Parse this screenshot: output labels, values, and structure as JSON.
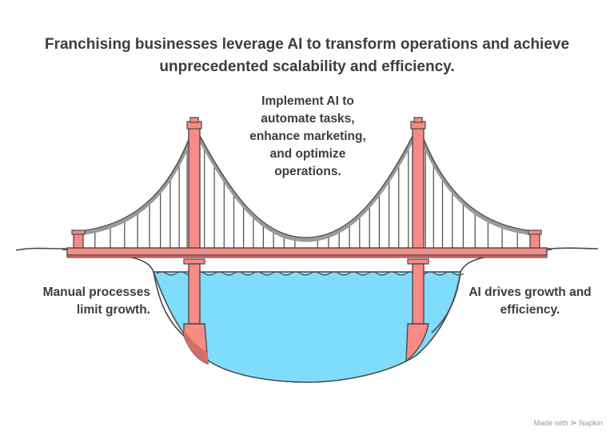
{
  "title_line1": "Franchising businesses leverage AI to transform operations and achieve",
  "title_line2": "unprecedented scalability and efficiency.",
  "labels": {
    "top": [
      "Implement AI to",
      "automate tasks,",
      "enhance marketing,",
      "and optimize",
      "operations."
    ],
    "left": [
      "Manual processes",
      "limit growth."
    ],
    "right": [
      "AI drives growth and",
      "efficiency."
    ]
  },
  "footer": {
    "made_with": "Made with",
    "brand": "Napkin"
  },
  "colors": {
    "water": "#7fdcfc",
    "tower": "#f78b85",
    "outline": "#4a4a4a",
    "cable": "#9a9a9a"
  },
  "icons": [
    "napkin-logo-icon"
  ]
}
